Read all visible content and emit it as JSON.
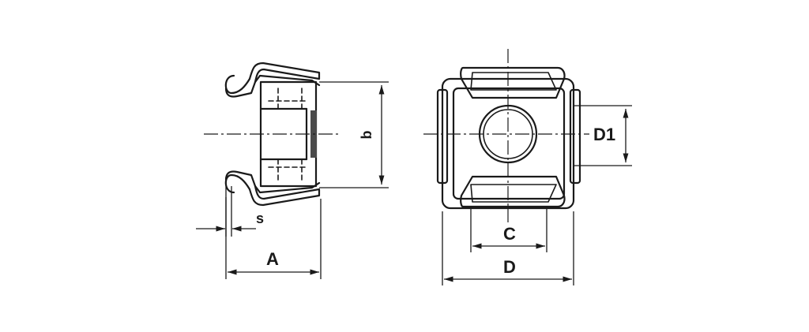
{
  "side_view": {
    "labels": {
      "b": "b",
      "s": "s",
      "A": "A"
    }
  },
  "front_view": {
    "labels": {
      "D1": "D1",
      "C": "C",
      "D": "D"
    }
  },
  "colors": {
    "line": "#1a1a1a",
    "background": "#ffffff",
    "hatch_fill": "#4a4a4a"
  }
}
